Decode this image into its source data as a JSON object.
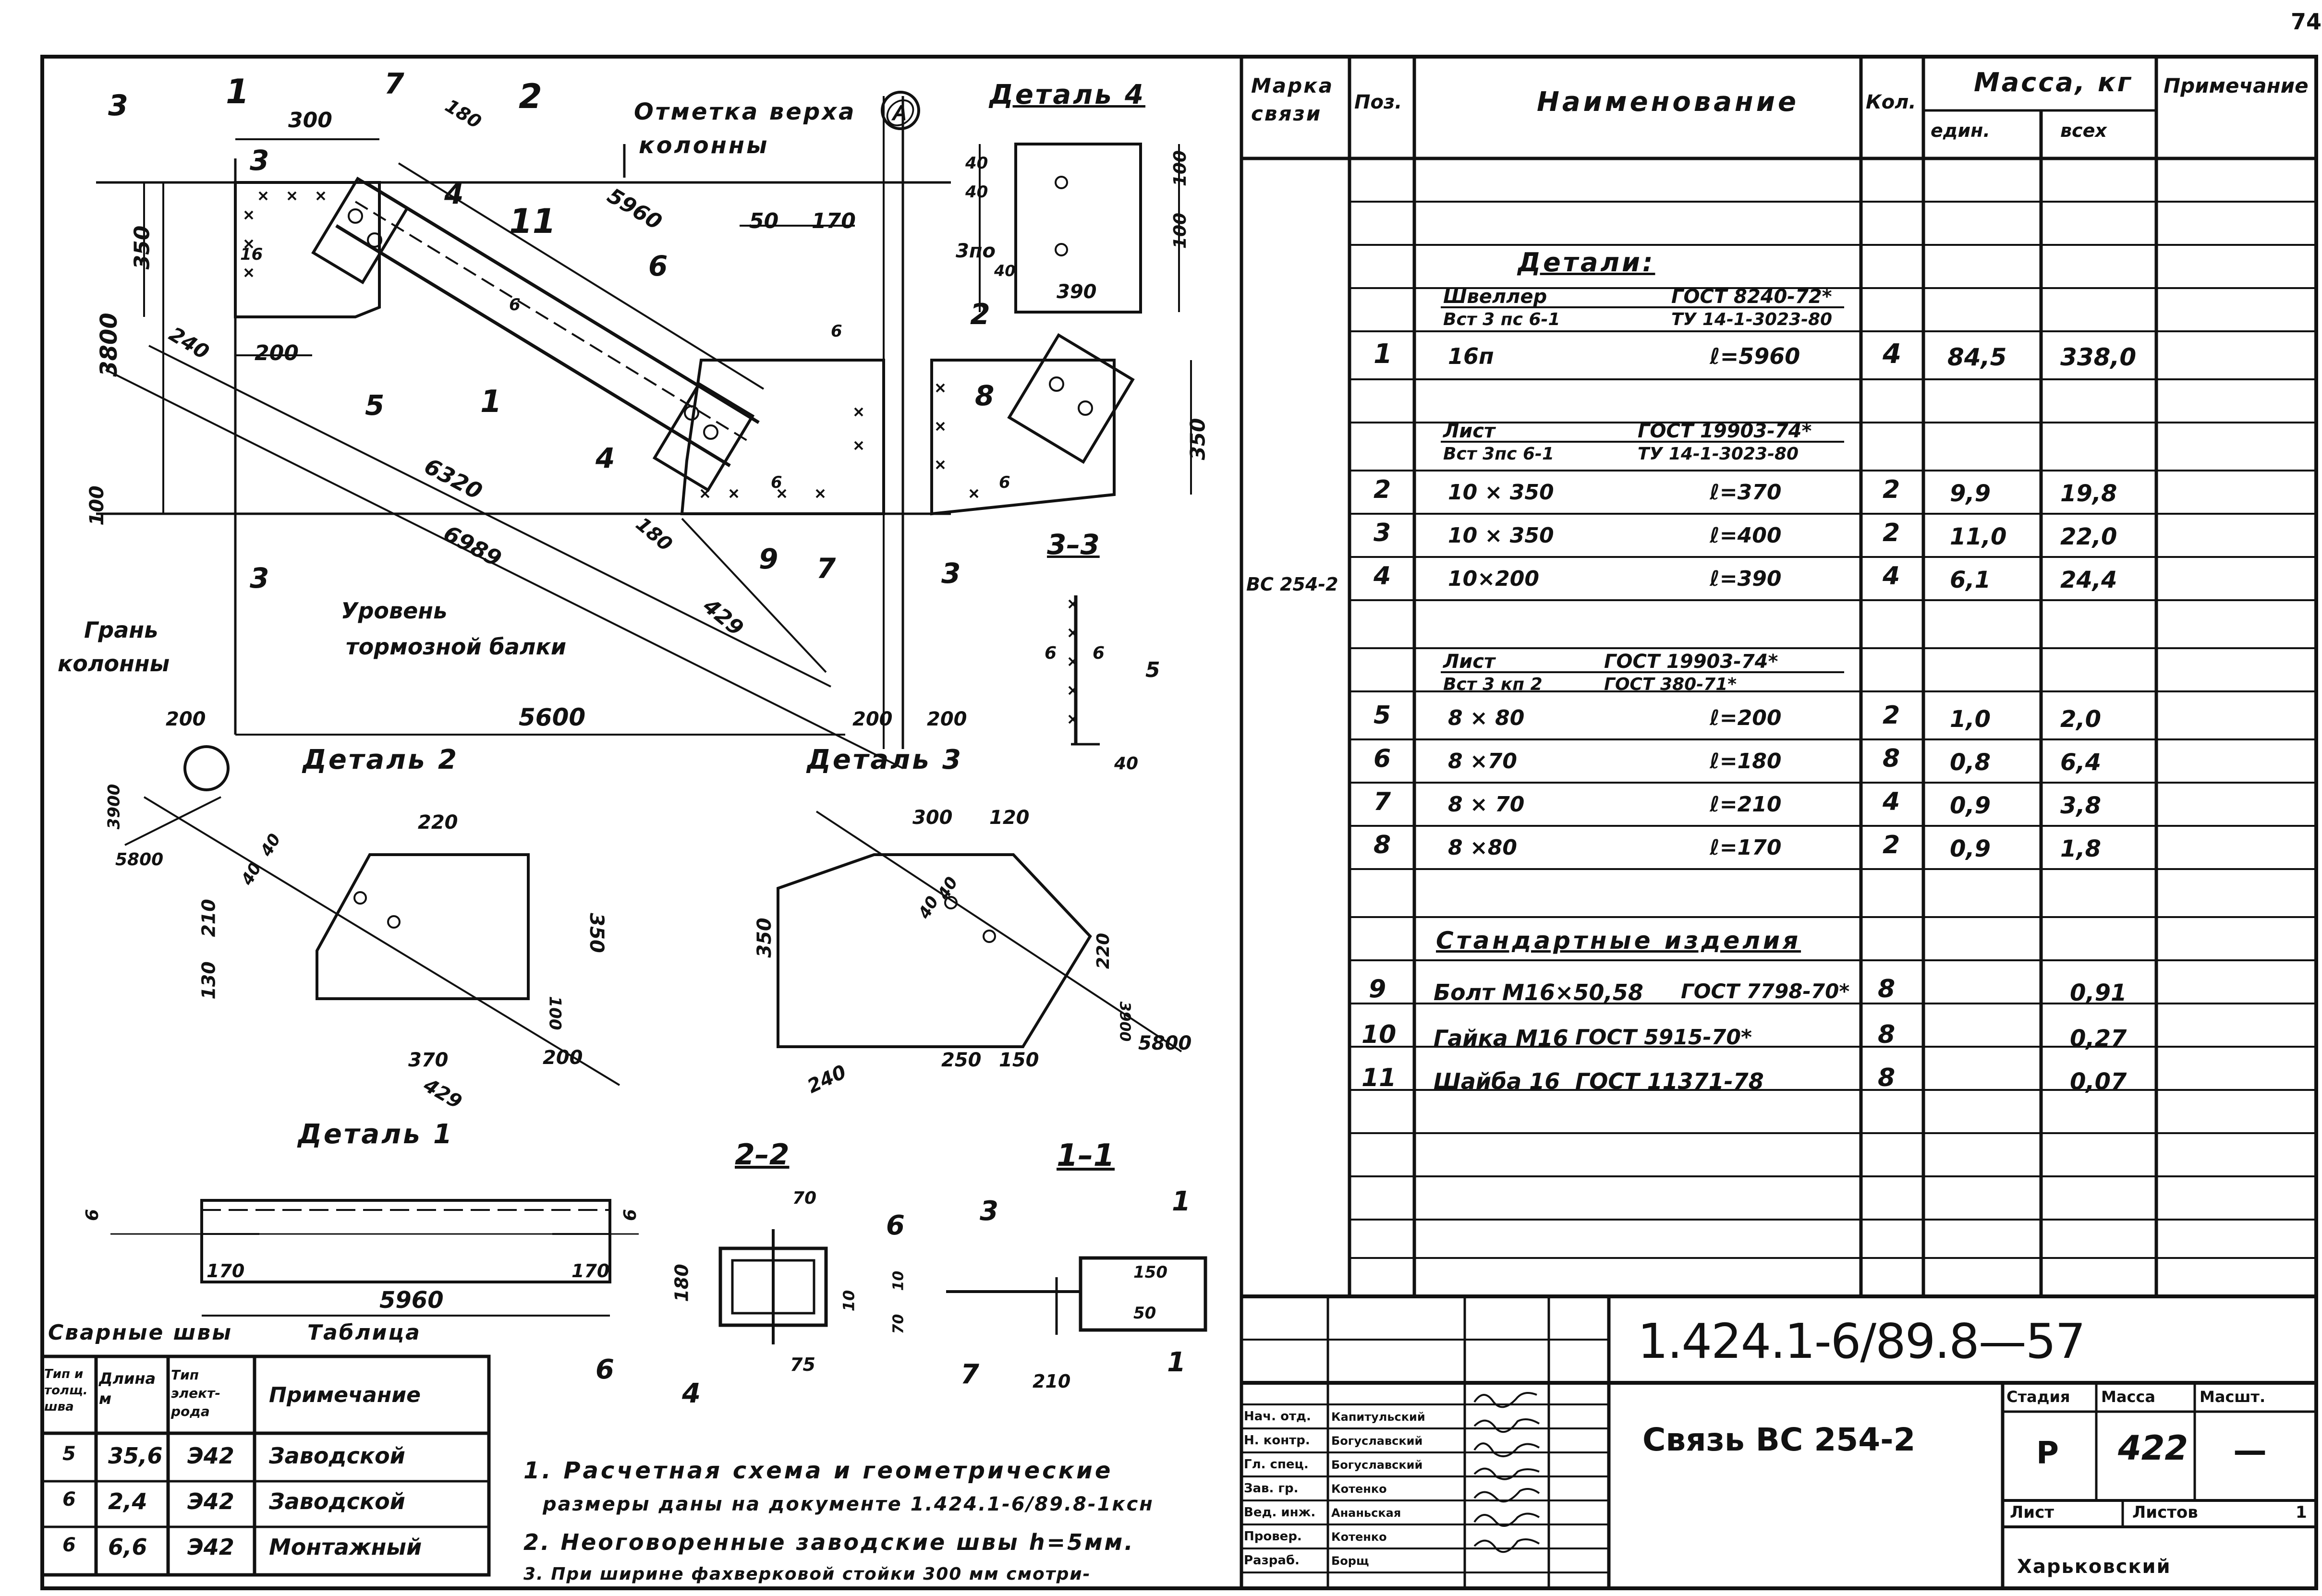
{
  "page_number": "74",
  "drawing": {
    "axis_marker": "Ⓐ",
    "section_marks": {
      "s11": "1",
      "s12": "2",
      "s13a": "3",
      "s13b": "3",
      "s13c": "3",
      "s25": "5",
      "s8": "8"
    },
    "labels": {
      "column_top": "Отметка верха",
      "column_top2": "колонны",
      "column_face": "Грань",
      "column_face2": "колонны",
      "brake_level": "Уровень",
      "brake_level2": "тормозной балки"
    },
    "callouts": [
      "3",
      "7",
      "4",
      "11",
      "6",
      "2",
      "1",
      "4",
      "9",
      "7"
    ],
    "dims": {
      "d300": "300",
      "d180": "180",
      "d5960": "5960",
      "d50": "50",
      "d170": "170",
      "d350": "350",
      "d3800": "3800",
      "d240": "240",
      "d200": "200",
      "d6320": "6320",
      "d6989": "6989",
      "d100": "100",
      "d180b": "180",
      "d429": "429",
      "d5600": "5600",
      "d200b": "200",
      "d200c": "200",
      "d200d": "200",
      "d350b": "350",
      "w16": "16",
      "w6a": "6",
      "w6b": "6",
      "w6c": "6",
      "w6d": "6"
    }
  },
  "detail4": {
    "title": "Деталь 4",
    "dims": [
      "40",
      "40",
      "100",
      "100",
      "3по",
      "40",
      "390"
    ]
  },
  "section33": {
    "title": "3–3",
    "dims": [
      "6",
      "6",
      "5",
      "40"
    ]
  },
  "detail2": {
    "title": "Деталь 2",
    "dims": [
      "3900",
      "5800",
      "220",
      "40",
      "40",
      "210",
      "130",
      "350",
      "100",
      "370",
      "429",
      "200"
    ]
  },
  "detail3": {
    "title": "Деталь 3",
    "dims": [
      "300",
      "120",
      "40",
      "40",
      "350",
      "220",
      "3900",
      "5800",
      "240",
      "250",
      "150"
    ]
  },
  "detail1": {
    "title": "Деталь 1",
    "dims": [
      "6",
      "6",
      "170",
      "170",
      "5960"
    ]
  },
  "section22": {
    "title": "2–2",
    "dims": [
      "70",
      "180",
      "75",
      "10",
      "6",
      "6",
      "4"
    ]
  },
  "section11": {
    "title": "1–1",
    "dims": [
      "3",
      "1",
      "150",
      "50",
      "10",
      "70",
      "7",
      "210",
      "1"
    ]
  },
  "weld_table": {
    "caption_left": "Сварные швы",
    "caption_right": "Таблица",
    "headers": [
      "Тип и толщ. шва",
      "Длина м",
      "Тип элект-рода",
      "Примечание"
    ],
    "rows": [
      [
        "5",
        "35,6",
        "Э42",
        "Заводской"
      ],
      [
        "6",
        "2,4",
        "Э42",
        "Заводской"
      ],
      [
        "6",
        "6,6",
        "Э42",
        "Монтажный"
      ]
    ]
  },
  "notes": [
    "1. Расчетная схема и геометрические",
    "размеры даны на документе 1.424.1-6/89.8-1ксн",
    "2. Неоговоренные заводские швы h=5мм.",
    "3. При ширине фахверковой стойки 300 мм смотри-"
  ],
  "spec_table": {
    "headers": {
      "mark": "Марка связи",
      "pos": "Поз.",
      "name": "Наименование",
      "qty": "Кол.",
      "mass": "Масса, кг",
      "mass_unit": "един.",
      "mass_total": "всех",
      "note": "Примечание"
    },
    "mark_value": "ВС 254-2",
    "sections": [
      {
        "title": "Детали:"
      },
      {
        "material": [
          "Швеллер",
          "ГОСТ 8240-72*",
          "Вст 3 пс 6-1",
          "ТУ 14-1-3023-80"
        ]
      },
      {
        "material": [
          "Лист",
          "ГОСТ 19903-74*",
          "Вст 3пс 6-1",
          "ТУ 14-1-3023-80"
        ]
      },
      {
        "material": [
          "Лист",
          "ГОСТ 19903-74*",
          "Вст 3 кп 2",
          "ГОСТ 380-71*"
        ]
      },
      {
        "title": "Стандартные изделия"
      }
    ],
    "rows": [
      {
        "pos": "1",
        "name": "16п",
        "len": "ℓ=5960",
        "qty": "4",
        "unit": "84,5",
        "total": "338,0"
      },
      {
        "pos": "2",
        "name": "10 × 350",
        "len": "ℓ=370",
        "qty": "2",
        "unit": "9,9",
        "total": "19,8"
      },
      {
        "pos": "3",
        "name": "10 × 350",
        "len": "ℓ=400",
        "qty": "2",
        "unit": "11,0",
        "total": "22,0"
      },
      {
        "pos": "4",
        "name": "10×200",
        "len": "ℓ=390",
        "qty": "4",
        "unit": "6,1",
        "total": "24,4"
      },
      {
        "pos": "5",
        "name": "8 × 80",
        "len": "ℓ=200",
        "qty": "2",
        "unit": "1,0",
        "total": "2,0"
      },
      {
        "pos": "6",
        "name": "8 ×70",
        "len": "ℓ=180",
        "qty": "8",
        "unit": "0,8",
        "total": "6,4"
      },
      {
        "pos": "7",
        "name": "8 × 70",
        "len": "ℓ=210",
        "qty": "4",
        "unit": "0,9",
        "total": "3,8"
      },
      {
        "pos": "8",
        "name": "8 ×80",
        "len": "ℓ=170",
        "qty": "2",
        "unit": "0,9",
        "total": "1,8"
      },
      {
        "pos": "9",
        "name": "Болт М16×50,58",
        "len": "ГОСТ 7798-70*",
        "qty": "8",
        "unit": "",
        "total": "0,91"
      },
      {
        "pos": "10",
        "name": "Гайка М16",
        "len": "ГОСТ 5915-70*",
        "qty": "8",
        "unit": "",
        "total": "0,27"
      },
      {
        "pos": "11",
        "name": "Шайба 16",
        "len": "ГОСТ 11371-78",
        "qty": "8",
        "unit": "",
        "total": "0,07"
      }
    ]
  },
  "title_block": {
    "doc_code": "1.424.1-6/89.8—57",
    "name": "Связь ВС 254-2",
    "stage_label": "Стадия",
    "mass_label": "Масса",
    "scale_label": "Масшт.",
    "stage": "Р",
    "mass": "422",
    "scale": "—",
    "sheet_label": "Лист",
    "sheets_label": "Листов",
    "sheets": "1",
    "org": "Харьковский",
    "staff": [
      [
        "Нач. отд.",
        "Капитульский"
      ],
      [
        "Н. контр.",
        "Богуславский"
      ],
      [
        "Гл. спец.",
        "Богуславский"
      ],
      [
        "Зав. гр.",
        "Котенко"
      ],
      [
        "Вед. инж.",
        "Ананьская"
      ],
      [
        "Провер.",
        "Котенко"
      ],
      [
        "Разраб.",
        "Борщ"
      ]
    ]
  }
}
